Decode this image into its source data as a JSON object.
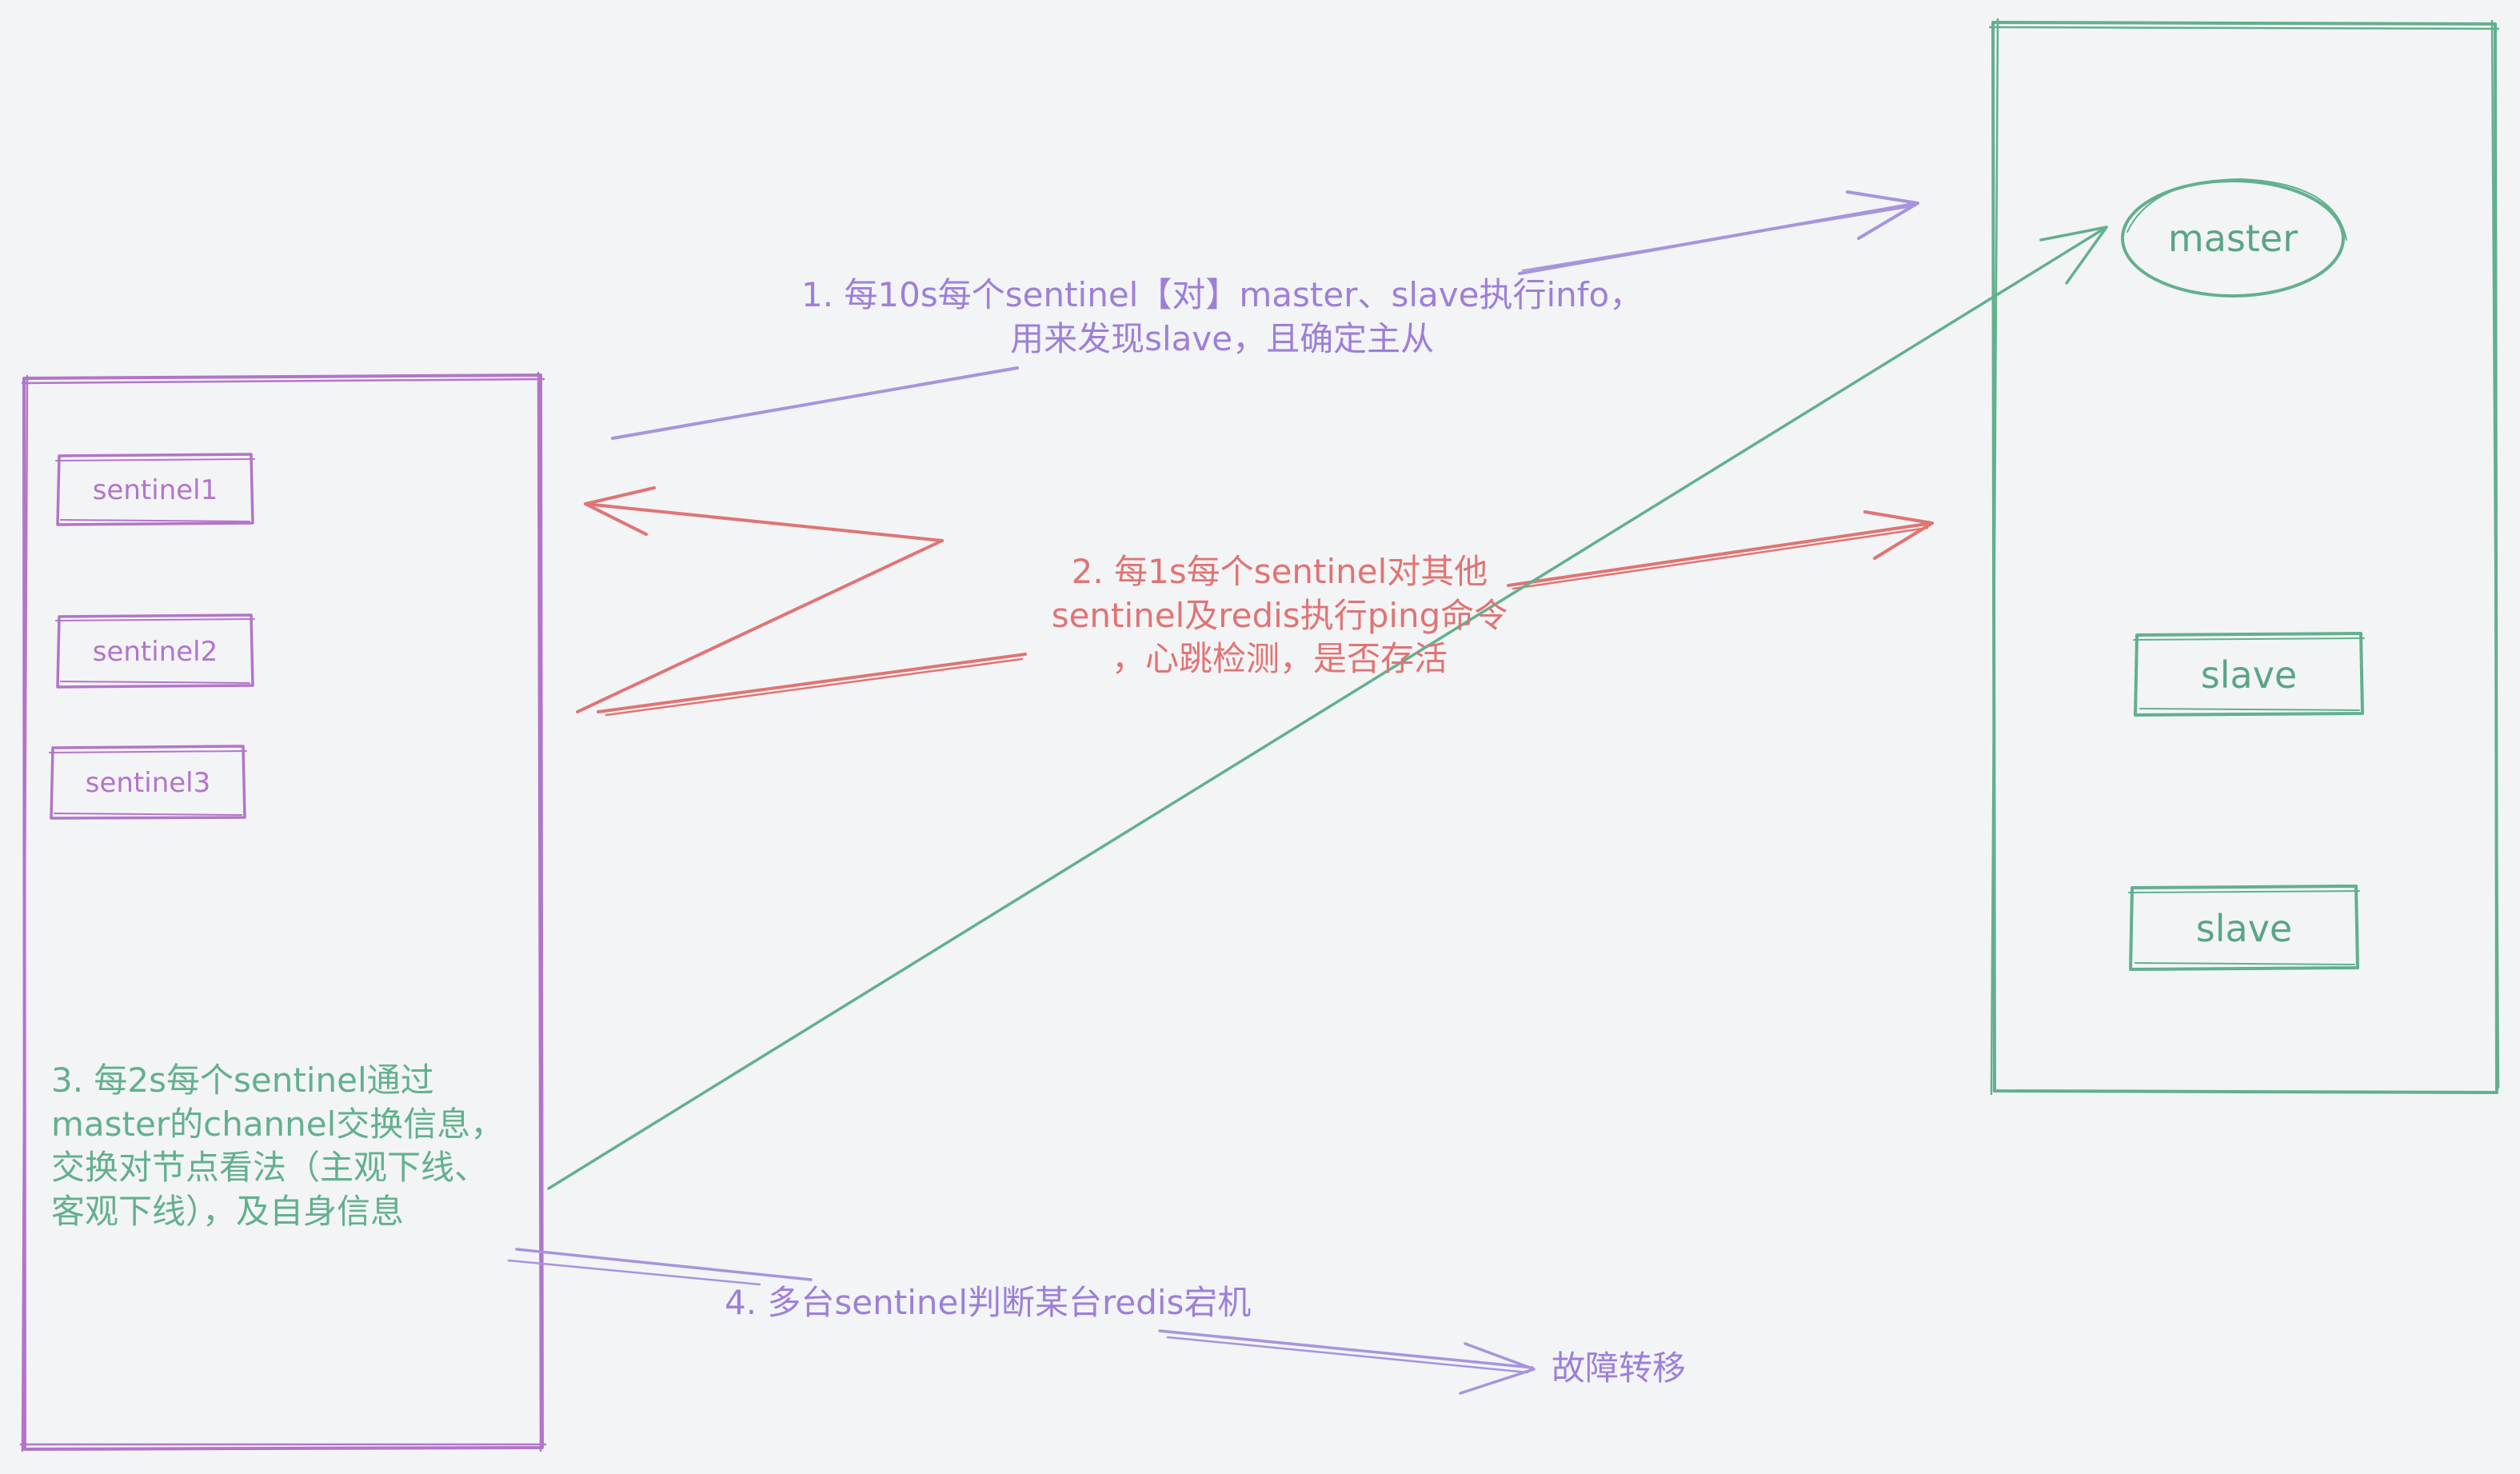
{
  "colors": {
    "background": "#f3f4f6",
    "purple": "#b275c9",
    "violet": "#9d7fd8",
    "red": "#e07474",
    "green": "#62b08e"
  },
  "sentinel_group": {
    "nodes": [
      "sentinel1",
      "sentinel2",
      "sentinel3"
    ]
  },
  "redis_group": {
    "master": "master",
    "slaves": [
      "slave",
      "slave"
    ]
  },
  "annotations": {
    "step1_lines": [
      "1. 每10s每个sentinel【对】master、slave执行info，",
      "用来发现slave，且确定主从"
    ],
    "step2_lines": [
      "2. 每1s每个sentinel对其他",
      "sentinel及redis执行ping命令",
      "，心跳检测，是否存活"
    ],
    "step3_lines": [
      "3. 每2s每个sentinel通过",
      "master的channel交换信息，",
      "交换对节点看法（主观下线、",
      "客观下线），及自身信息"
    ],
    "step4": "4. 多台sentinel判断某台redis宕机",
    "failover": "故障转移"
  }
}
